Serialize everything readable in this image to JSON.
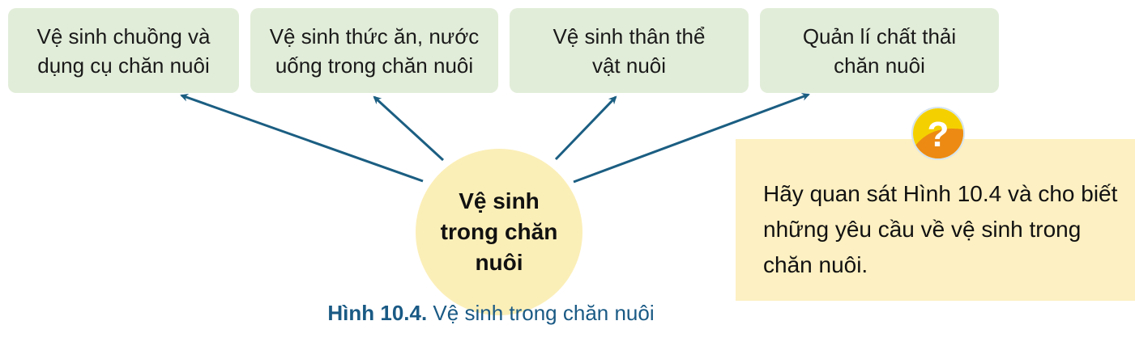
{
  "boxes": [
    "Vệ sinh chuồng và\ndụng cụ chăn nuôi",
    "Vệ sinh thức ăn, nước\nuống trong chăn nuôi",
    "Vệ sinh thân thể\nvật nuôi",
    "Quản lí chất thải\nchăn nuôi"
  ],
  "center": "Vệ sinh\ntrong chăn\nnuôi",
  "caption": {
    "label": "Hình 10.4.",
    "text": " Vệ sinh trong chăn nuôi"
  },
  "question": {
    "icon": "question-icon",
    "text": "Hãy quan sát Hình 10.4 và cho biết những yêu cầu về vệ sinh trong chăn nuôi."
  },
  "colors": {
    "box": "#e2edd9",
    "arrow": "#1b5e82",
    "center": "#fbefb8",
    "question_bg": "#fdf0c2"
  }
}
